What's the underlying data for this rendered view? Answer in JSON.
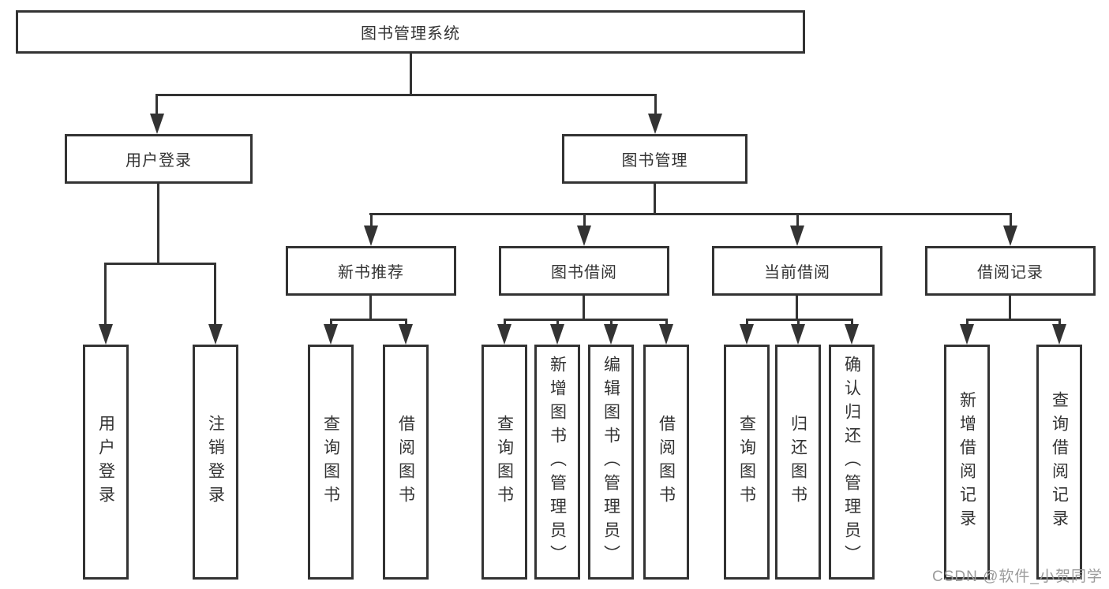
{
  "diagram": {
    "root": {
      "label": "图书管理系统"
    },
    "branches": [
      {
        "label": "用户登录",
        "children": [
          {
            "label": "用户登录"
          },
          {
            "label": "注销登录"
          }
        ]
      },
      {
        "label": "图书管理",
        "children": [
          {
            "label": "新书推荐",
            "children": [
              {
                "label": "查询图书"
              },
              {
                "label": "借阅图书"
              }
            ]
          },
          {
            "label": "图书借阅",
            "children": [
              {
                "label": "查询图书"
              },
              {
                "label": "新增图书（管理员）"
              },
              {
                "label": "编辑图书（管理员）"
              },
              {
                "label": "借阅图书"
              }
            ]
          },
          {
            "label": "当前借阅",
            "children": [
              {
                "label": "查询图书"
              },
              {
                "label": "归还图书"
              },
              {
                "label": "确认归还（管理员）"
              }
            ]
          },
          {
            "label": "借阅记录",
            "children": [
              {
                "label": "新增借阅记录"
              },
              {
                "label": "查询借阅记录"
              }
            ]
          }
        ]
      }
    ]
  },
  "watermark": {
    "text": "CSDN @软件_小贺同学"
  },
  "colors": {
    "line": "#333333",
    "box_border": "#333333",
    "box_fill": "#ffffff",
    "text": "#333333",
    "watermark": "#9b9b9b"
  }
}
